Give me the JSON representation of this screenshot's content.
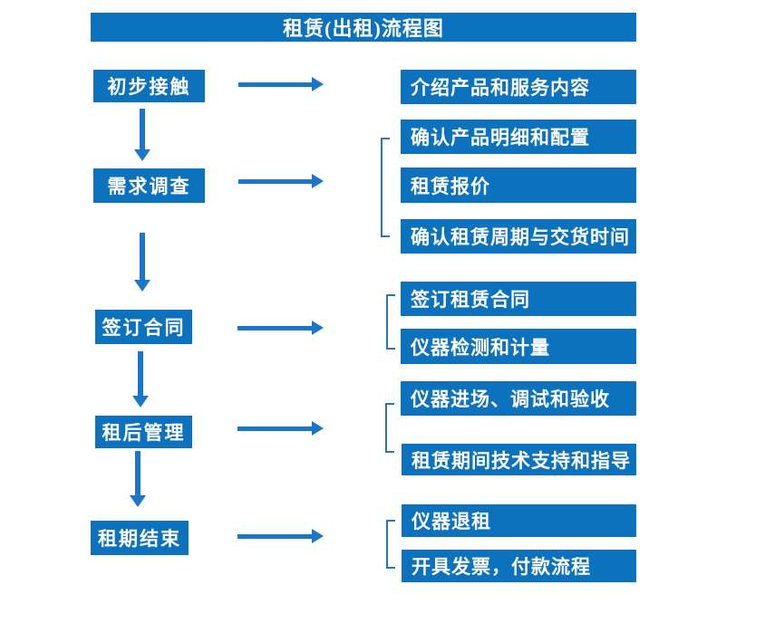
{
  "title": "租赁(出租)流程图",
  "colors": {
    "box_blue": "#0C72BE",
    "arrow_blue": "#1B75C8",
    "bracket_blue": "#2E75B6",
    "text_white": "#FFFFFF",
    "background": "#FFFFFF"
  },
  "steps": [
    {
      "label": "初步接触",
      "outputs": [
        "介绍产品和服务内容"
      ]
    },
    {
      "label": "需求调查",
      "outputs": [
        "确认产品明细和配置",
        "租赁报价",
        "确认租赁周期与交货时间"
      ]
    },
    {
      "label": "签订合同",
      "outputs": [
        "签订租赁合同",
        "仪器检测和计量"
      ]
    },
    {
      "label": "租后管理",
      "outputs": [
        "仪器进场、调试和验收",
        "租赁期间技术支持和指导"
      ]
    },
    {
      "label": "租期结束",
      "outputs": [
        "仪器退租",
        "开具发票，付款流程"
      ]
    }
  ]
}
